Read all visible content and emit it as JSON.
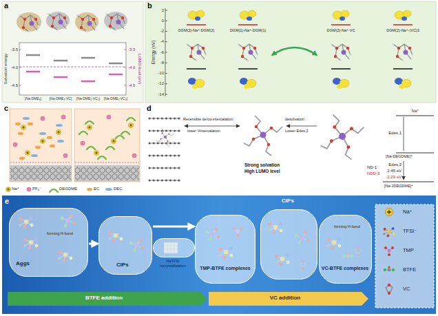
{
  "diagram": {
    "nodes": [
      {
        "text": [
          "a"
        ]
      },
      {
        "text": [
          "b"
        ]
      },
      {
        "text": [
          "c"
        ]
      },
      {
        "text": [
          "d"
        ]
      },
      {
        "text": [
          "e"
        ]
      },
      {
        "text": [
          "Aggs",
          "forming H-bond"
        ],
        "in": 4
      },
      {
        "text": [
          "CIPs"
        ],
        "in": 4
      },
      {
        "text": [
          "NaTFSI recrystallization"
        ],
        "in": 4
      },
      {
        "text": [
          "TMP-BTFE complexes"
        ],
        "in": 4
      },
      {
        "text": [
          "CIPs"
        ],
        "in": 4
      },
      {
        "text": [
          "VC-BTFE complexes",
          "forming H-bond"
        ],
        "in": 4
      },
      {
        "text": [
          "BTFE addition"
        ],
        "in": 4
      },
      {
        "text": [
          "VC addition"
        ],
        "in": 4
      }
    ],
    "edges": [
      {
        "from": 5,
        "to": 6,
        "arrow": "to"
      },
      {
        "from": 6,
        "to": 8,
        "arrow": "to"
      }
    ],
    "labels": [
      "Solvation energy",
      "-3.5",
      "-4.0",
      "-4.5",
      "LUMO level (eV)",
      "-3.5",
      "-4.0",
      "-4.5",
      "[Na-DME₃]",
      "[Na-DME₃-VC]",
      "[Na-DME₂-VC₂]",
      "[Na-DME₁-VC₃]",
      "Energy (eV)",
      "2",
      "0",
      "-2",
      "-4",
      "-6",
      "-8",
      "-10",
      "-12",
      "-14",
      "DGM(2)-Na⁺-DGM(2)",
      "DGM(1)-Na⁺-DGM(1)",
      "DGM(2)-Na⁺-VC",
      "DGM(2)-Na⁺-(VC)3",
      "Reversible de/co-intercalation",
      "lower Vintercalation",
      "desolvation",
      "Lower Edes,2",
      "Strong solvation",
      "High LUMO level",
      "ND-1",
      "NDD-3",
      "Na⁺",
      "Edes,1",
      "[Na-DEGDME]⁺",
      "Edes,2",
      "2.45 eV",
      "2.29 eV",
      "[Na-2DEGDME]⁺"
    ],
    "legend": [
      {
        "text": "Na⁺"
      },
      {
        "text": "PF₆⁻"
      },
      {
        "text": "DEGDME"
      },
      {
        "text": "EC"
      },
      {
        "text": "DEC"
      },
      {
        "text": "Na⁺"
      },
      {
        "text": "TFSI⁻"
      },
      {
        "text": "TMP"
      },
      {
        "text": "BTFE"
      },
      {
        "text": "VC"
      }
    ]
  }
}
